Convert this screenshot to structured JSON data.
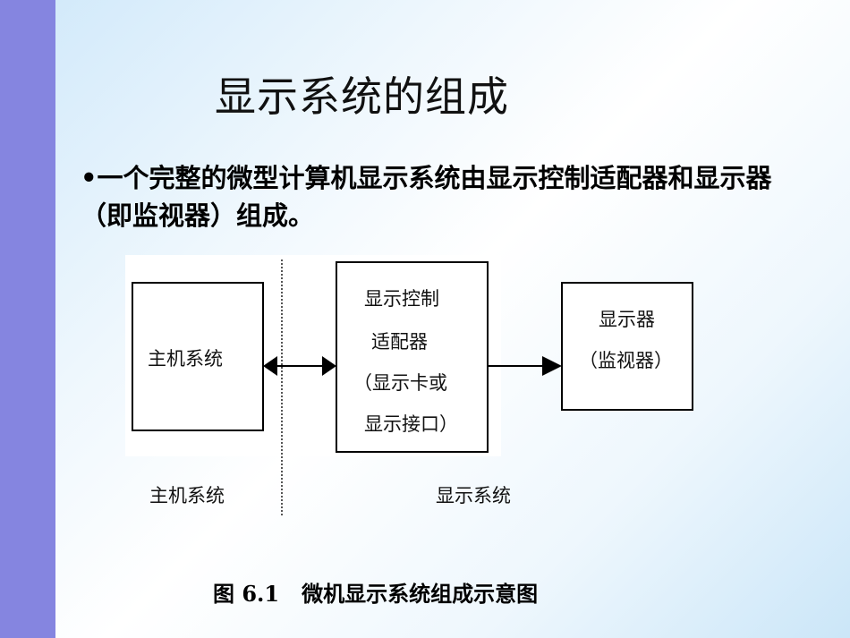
{
  "slide": {
    "title": "显示系统的组成",
    "bullet": "•一个完整的微型计算机显示系统由显示控制适配器和显示器（即监视器）组成。",
    "diagram": {
      "host_box": "主机系统",
      "adapter_lines": [
        "显示控制",
        "适配器",
        "（显示卡或",
        "显示接口）"
      ],
      "monitor_lines": [
        "显示器",
        "（监视器）"
      ],
      "host_label": "主机系统",
      "display_label": "显示系统"
    },
    "caption": "图 6.1   微机显示系统组成示意图"
  }
}
